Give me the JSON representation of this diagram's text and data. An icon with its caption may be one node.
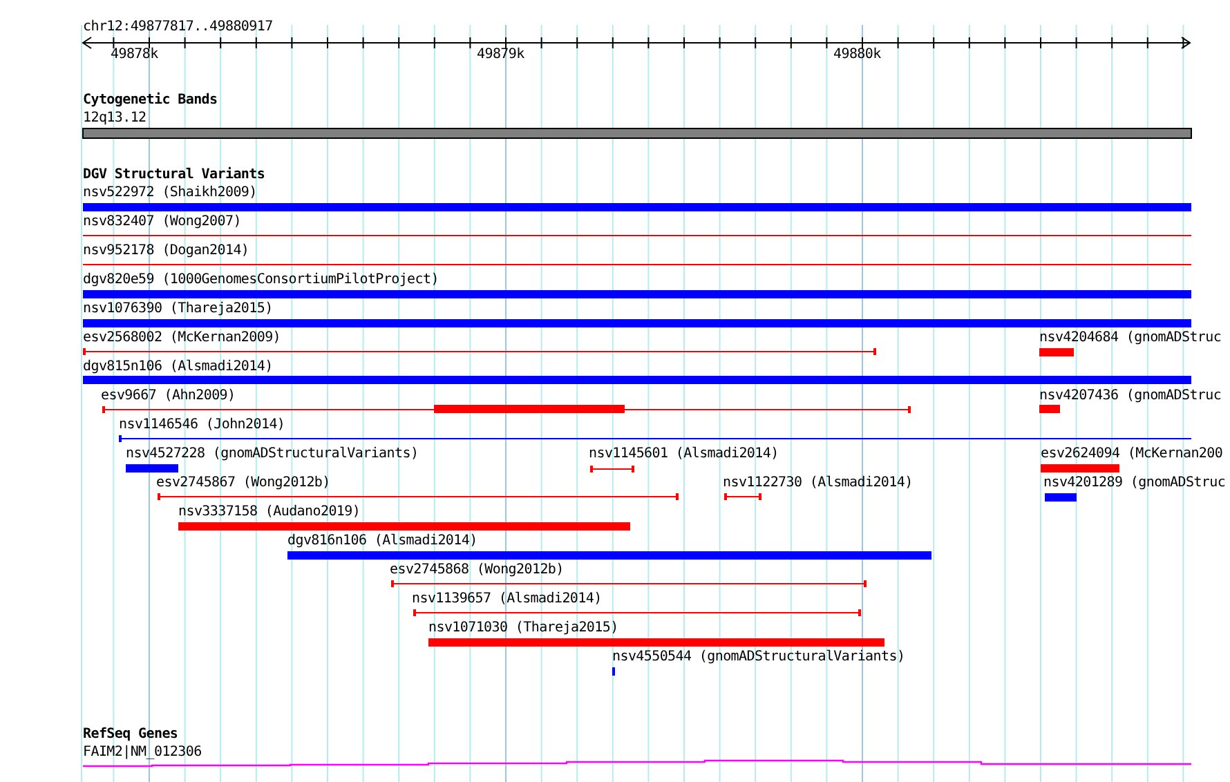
{
  "diagram": {
    "labels": [
      "chr12:49877817..49880917",
      "49878k",
      "49879k",
      "49880k",
      "Cytogenetic Bands",
      "12q13.12",
      "DGV Structural Variants",
      "nsv522972 (Shaikh2009)",
      "nsv832407 (Wong2007)",
      "nsv952178 (Dogan2014)",
      "dgv820e59 (1000GenomesConsortiumPilotProject)",
      "nsv1076390 (Thareja2015)",
      "esv2568002 (McKernan2009)",
      "nsv4204684 (gnomADStruc",
      "dgv815n106 (Alsmadi2014)",
      "esv9667 (Ahn2009)",
      "nsv4207436 (gnomADStruc",
      "nsv1146546 (John2014)",
      "nsv4527228 (gnomADStructuralVariants)",
      "nsv1145601 (Alsmadi2014)",
      "esv2624094 (McKernan200",
      "esv2745867 (Wong2012b)",
      "nsv1122730 (Alsmadi2014)",
      "nsv4201289 (gnomADStruc",
      "nsv3337158 (Audano2019)",
      "dgv816n106 (Alsmadi2014)",
      "esv2745868 (Wong2012b)",
      "nsv1139657 (Alsmadi2014)",
      "nsv1071030 (Thareja2015)",
      "nsv4550544 (gnomADStructuralVariants)",
      "RefSeq Genes",
      "FAIM2|NM_012306"
    ]
  }
}
